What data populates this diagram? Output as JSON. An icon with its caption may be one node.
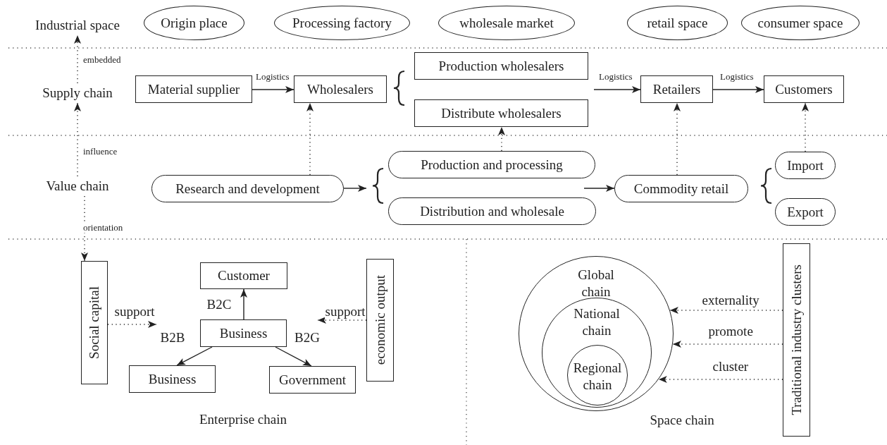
{
  "diagram": {
    "nodes": [
      {
        "text": [
          "Industrial space"
        ]
      },
      {
        "text": [
          "Origin place"
        ]
      },
      {
        "text": [
          "Processing factory"
        ]
      },
      {
        "text": [
          "wholesale market"
        ]
      },
      {
        "text": [
          "retail space"
        ]
      },
      {
        "text": [
          "consumer space"
        ]
      },
      {
        "text": [
          "Supply chain"
        ]
      },
      {
        "text": [
          "Material supplier"
        ]
      },
      {
        "text": [
          "Wholesalers"
        ]
      },
      {
        "text": [
          "Production wholesalers"
        ]
      },
      {
        "text": [
          "Distribute wholesalers"
        ]
      },
      {
        "text": [
          "Retailers"
        ]
      },
      {
        "text": [
          "Customers"
        ]
      },
      {
        "text": [
          "Value chain"
        ]
      },
      {
        "text": [
          "Research and development"
        ]
      },
      {
        "text": [
          "Production and processing"
        ]
      },
      {
        "text": [
          "Distribution and wholesale"
        ]
      },
      {
        "text": [
          "Commodity retail"
        ]
      },
      {
        "text": [
          "Import"
        ]
      },
      {
        "text": [
          "Export"
        ]
      },
      {
        "text": [
          "Social capital"
        ]
      },
      {
        "text": [
          "Customer"
        ]
      },
      {
        "text": [
          "Business"
        ]
      },
      {
        "text": [
          "Business"
        ]
      },
      {
        "text": [
          "Government"
        ]
      },
      {
        "text": [
          "economic output"
        ]
      },
      {
        "text": [
          "Global chain"
        ]
      },
      {
        "text": [
          "National chain"
        ],
        "in": 26
      },
      {
        "text": [
          "Regional chain"
        ],
        "in": 27
      },
      {
        "text": [
          "Traditional industry clusters"
        ]
      }
    ],
    "edges": [
      {
        "from": 6,
        "to": 0,
        "arrow": "to",
        "label": "embedded",
        "style": "dashed"
      },
      {
        "from": 7,
        "to": 8,
        "arrow": "to",
        "label": "Logistics"
      },
      {
        "from": 9,
        "to": 11,
        "arrow": "to",
        "label": "Logistics"
      },
      {
        "from": 10,
        "to": 11,
        "arrow": "to"
      },
      {
        "from": 11,
        "to": 12,
        "arrow": "to",
        "label": "Logistics"
      },
      {
        "from": 13,
        "to": 6,
        "arrow": "to",
        "label": "influence",
        "style": "dashed"
      },
      {
        "from": 14,
        "to": 8,
        "arrow": "to",
        "style": "dashed"
      },
      {
        "from": 14,
        "to": 15,
        "arrow": "to"
      },
      {
        "from": 14,
        "to": 16,
        "arrow": "to"
      },
      {
        "from": 15,
        "to": 10,
        "arrow": "to",
        "style": "dashed"
      },
      {
        "from": 15,
        "to": 17,
        "arrow": "to"
      },
      {
        "from": 16,
        "to": 17,
        "arrow": "to"
      },
      {
        "from": 17,
        "to": 11,
        "arrow": "to",
        "style": "dashed"
      },
      {
        "from": 18,
        "to": 12,
        "arrow": "to",
        "style": "dashed"
      },
      {
        "from": 13,
        "to": 20,
        "arrow": "to",
        "label": "orientation",
        "style": "dashed"
      },
      {
        "from": 20,
        "to": null,
        "arrow": "to",
        "label": "support",
        "style": "dashed"
      },
      {
        "from": 22,
        "to": 21,
        "arrow": "to",
        "label": "B2C"
      },
      {
        "from": 22,
        "to": 23,
        "arrow": "to",
        "label": "B2B"
      },
      {
        "from": 22,
        "to": 24,
        "arrow": "to",
        "label": "B2G"
      },
      {
        "from": 25,
        "to": null,
        "arrow": "to",
        "label": "support",
        "style": "dashed"
      },
      {
        "from": 29,
        "to": 26,
        "arrow": "to",
        "label": "externality",
        "style": "dashed"
      },
      {
        "from": 29,
        "to": 26,
        "arrow": "to",
        "label": "promote",
        "style": "dashed"
      },
      {
        "from": 29,
        "to": 26,
        "arrow": "to",
        "label": "cluster",
        "style": "dashed"
      }
    ],
    "labels": [
      "Enterprise chain",
      "Space chain"
    ]
  }
}
